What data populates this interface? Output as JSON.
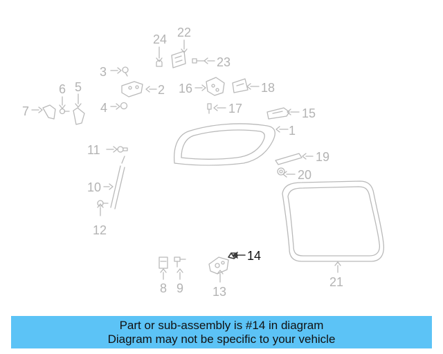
{
  "callouts": {
    "c1": "1",
    "c2": "2",
    "c3": "3",
    "c4": "4",
    "c5": "5",
    "c6": "6",
    "c7": "7",
    "c8": "8",
    "c9": "9",
    "c10": "10",
    "c11": "11",
    "c12": "12",
    "c13": "13",
    "c14": "14",
    "c15": "15",
    "c16": "16",
    "c17": "17",
    "c18": "18",
    "c19": "19",
    "c20": "20",
    "c21": "21",
    "c22": "22",
    "c23": "23",
    "c24": "24"
  },
  "highlighted_part": "14",
  "colors": {
    "part_line": "#b9b9b9",
    "highlight_part": "#3a3a3a",
    "highlight_label": "#111111",
    "banner_bg": "#5cc3f6"
  },
  "banner": {
    "line1": "Part or sub-assembly is #14 in diagram",
    "line2": "Diagram may not be specific to your vehicle"
  }
}
